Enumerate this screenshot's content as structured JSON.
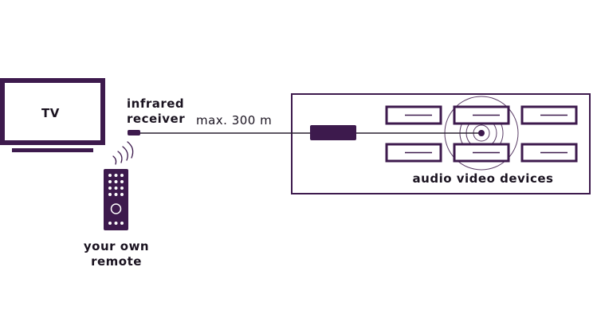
{
  "colors": {
    "primary": "#3d1a4d",
    "text": "#1a1320"
  },
  "labels": {
    "tv": "TV",
    "receiver_line1": "infrared",
    "receiver_line2": "receiver",
    "distance": "max. 300 m",
    "remote_line1": "your own",
    "remote_line2": "remote",
    "devices": "audio video devices"
  }
}
